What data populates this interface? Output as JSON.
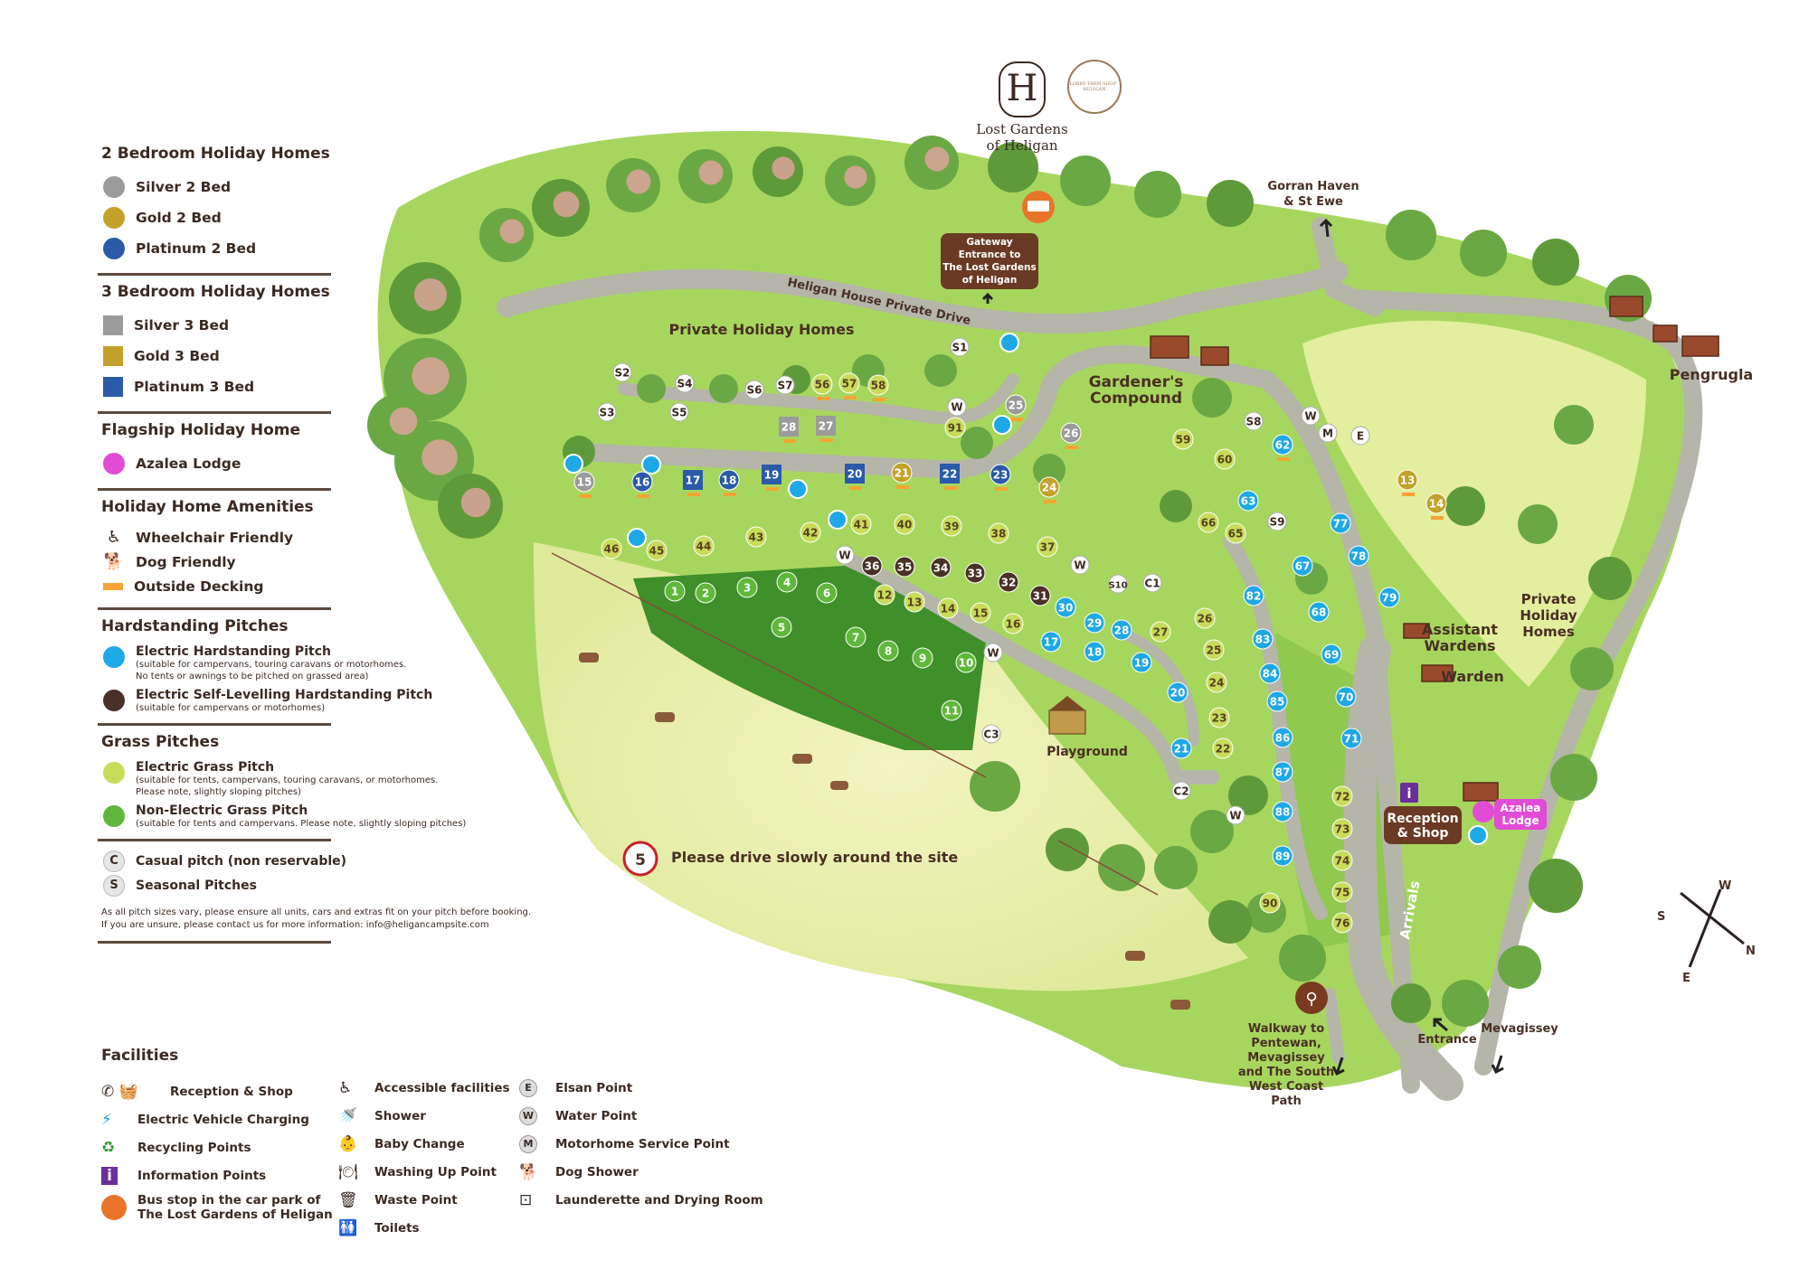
{
  "legend": {
    "two_bed": {
      "title": "2 Bedroom Holiday Homes",
      "items": [
        {
          "label": "Silver 2 Bed",
          "color": "#9b9b9b"
        },
        {
          "label": "Gold 2 Bed",
          "color": "#c4a12a"
        },
        {
          "label": "Platinum 2 Bed",
          "color": "#2a5aa8"
        }
      ]
    },
    "three_bed": {
      "title": "3 Bedroom Holiday Homes",
      "items": [
        {
          "label": "Silver 3 Bed",
          "color": "#9b9b9b"
        },
        {
          "label": "Gold 3 Bed",
          "color": "#c4a12a"
        },
        {
          "label": "Platinum 3 Bed",
          "color": "#2a5aa8"
        }
      ]
    },
    "flagship": {
      "title": "Flagship Holiday Home",
      "items": [
        {
          "label": "Azalea Lodge",
          "color": "#e24bd6"
        }
      ]
    },
    "amenities": {
      "title": "Holiday Home Amenities",
      "items": [
        {
          "label": "Wheelchair Friendly",
          "icon": "wheelchair-icon"
        },
        {
          "label": "Dog Friendly",
          "icon": "dog-icon"
        },
        {
          "label": "Outside Decking",
          "icon": "decking-icon",
          "color": "#f5a434"
        }
      ]
    },
    "hardstanding": {
      "title": "Hardstanding Pitches",
      "items": [
        {
          "label": "Electric Hardstanding Pitch",
          "note": "(suitable for campervans, touring caravans or motorhomes.\nNo tents or awnings to be pitched on grassed area)",
          "color": "#1fa8e6"
        },
        {
          "label": "Electric Self-Levelling Hardstanding Pitch",
          "note": "(suitable for campervans or motorhomes)",
          "color": "#4a3128"
        }
      ]
    },
    "grass": {
      "title": "Grass Pitches",
      "items": [
        {
          "label": "Electric Grass Pitch",
          "note": "(suitable for tents, campervans, touring caravans, or motorhomes.\nPlease note, slightly sloping pitches)",
          "color": "#c8dc5a"
        },
        {
          "label": "Non-Electric Grass Pitch",
          "note": "(suitable for tents and campervans. Please note, slightly sloping pitches)",
          "color": "#5fb83a"
        }
      ]
    },
    "codes": [
      {
        "code": "C",
        "label": "Casual pitch (non reservable)"
      },
      {
        "code": "S",
        "label": "Seasonal Pitches"
      }
    ],
    "disclaimer": [
      "As all pitch sizes vary, please ensure all units, cars and extras fit on your pitch before booking.",
      "If you are unsure, please contact us for more information: info@heligancampsite.com"
    ]
  },
  "facilities": {
    "title": "Facilities",
    "col1": [
      {
        "label": "Reception & Shop",
        "icon": "reception-shop-icon"
      },
      {
        "label": "Electric Vehicle Charging",
        "icon": "ev-charging-icon"
      },
      {
        "label": "Recycling Points",
        "icon": "recycling-icon"
      },
      {
        "label": "Information Points",
        "icon": "information-icon"
      },
      {
        "label": "Bus stop in the car park of",
        "label2": "The Lost Gardens of Heligan",
        "icon": "bus-stop-icon"
      }
    ],
    "col2": [
      {
        "label": "Accessible facilities",
        "icon": "wheelchair-icon"
      },
      {
        "label": "Shower",
        "icon": "shower-icon"
      },
      {
        "label": "Baby Change",
        "icon": "baby-change-icon"
      },
      {
        "label": "Washing Up Point",
        "icon": "washing-up-icon"
      },
      {
        "label": "Waste Point",
        "icon": "bin-icon"
      },
      {
        "label": "Toilets",
        "icon": "toilets-icon"
      }
    ],
    "col3": [
      {
        "label": "Elsan Point",
        "code": "E"
      },
      {
        "label": "Water Point",
        "code": "W"
      },
      {
        "label": "Motorhome Service Point",
        "code": "M"
      },
      {
        "label": "Dog Shower",
        "icon": "dog-shower-icon"
      },
      {
        "label": "Launderette and Drying Room",
        "icon": "launderette-icon"
      }
    ]
  },
  "brand": {
    "name_line1": "Lost Gardens",
    "name_line2": "of Heligan",
    "monogram": "H",
    "farm_shop_text": "LOBBS FARM SHOP · HELIGAN"
  },
  "map_labels": {
    "private_drive": "Heligan House Private Drive",
    "gateway": [
      "Gateway",
      "Entrance to",
      "The Lost Gardens",
      "of Heligan"
    ],
    "gorran": [
      "Gorran Haven",
      "& St Ewe"
    ],
    "pengrugla": "Pengrugla",
    "private_holiday_homes_top": "Private Holiday Homes",
    "gardeners_compound": [
      "Gardener's",
      "Compound"
    ],
    "assistant_wardens": [
      "Assistant",
      "Wardens"
    ],
    "warden": "Warden",
    "private_holiday_homes_right": [
      "Private",
      "Holiday",
      "Homes"
    ],
    "playground": "Playground",
    "reception_shop": [
      "Reception",
      "& Shop"
    ],
    "azalea_lodge": [
      "Azalea",
      "Lodge"
    ],
    "arrivals": "Arrivals",
    "entrance": "Entrance",
    "mevagissey": "Mevagissey",
    "walkway": [
      "Walkway to",
      "Pentewan,",
      "Mevagissey",
      "and The South",
      "West Coast",
      "Path"
    ],
    "speed_limit": "5",
    "speed_notice": "Please drive slowly around the site",
    "compass": {
      "n": "N",
      "s": "S",
      "e": "E",
      "w": "W"
    },
    "info_letter": "i"
  },
  "colors": {
    "grass": "#9fd25a",
    "grass_light": "#c7e67a",
    "field": "#e8f0a8",
    "dark_pitch": "#3f8f2a",
    "road": "#b5b5aa",
    "tree": "#5f9a3a",
    "tree_pink": "#e4a4a0",
    "hard_blue": "#1fa8e6",
    "self_level": "#4a3128",
    "elec_grass": "#c8dc5a",
    "nonelec": "#5fb83a",
    "reception": "#6b3a24",
    "azalea": "#e24bd6",
    "bus": "#e8742a",
    "info": "#6a2f9a"
  },
  "pitches": [
    {
      "n": "1",
      "t": "ng"
    },
    {
      "n": "2",
      "t": "ng"
    },
    {
      "n": "3",
      "t": "ng"
    },
    {
      "n": "4",
      "t": "ng"
    },
    {
      "n": "5",
      "t": "ng"
    },
    {
      "n": "6",
      "t": "ng"
    },
    {
      "n": "7",
      "t": "ng"
    },
    {
      "n": "8",
      "t": "ng"
    },
    {
      "n": "9",
      "t": "ng"
    },
    {
      "n": "10",
      "t": "ng"
    },
    {
      "n": "11",
      "t": "ng"
    },
    {
      "n": "12",
      "t": "eg"
    },
    {
      "n": "13",
      "t": "eg"
    },
    {
      "n": "14",
      "t": "eg"
    },
    {
      "n": "15",
      "t": "eg"
    },
    {
      "n": "16",
      "t": "eg"
    },
    {
      "n": "17",
      "t": "hs"
    },
    {
      "n": "18",
      "t": "hs"
    },
    {
      "n": "19",
      "t": "hs"
    },
    {
      "n": "20",
      "t": "hs"
    },
    {
      "n": "21",
      "t": "hs"
    },
    {
      "n": "22",
      "t": "eg"
    },
    {
      "n": "23",
      "t": "eg"
    },
    {
      "n": "24",
      "t": "eg"
    },
    {
      "n": "25",
      "t": "eg"
    },
    {
      "n": "26",
      "t": "eg"
    },
    {
      "n": "27",
      "t": "eg"
    },
    {
      "n": "28",
      "t": "hs"
    },
    {
      "n": "29",
      "t": "hs"
    },
    {
      "n": "30",
      "t": "hs"
    },
    {
      "n": "31",
      "t": "sl"
    },
    {
      "n": "32",
      "t": "sl"
    },
    {
      "n": "33",
      "t": "sl"
    },
    {
      "n": "34",
      "t": "sl"
    },
    {
      "n": "35",
      "t": "sl"
    },
    {
      "n": "36",
      "t": "sl"
    },
    {
      "n": "37",
      "t": "eg"
    },
    {
      "n": "38",
      "t": "eg"
    },
    {
      "n": "39",
      "t": "eg"
    },
    {
      "n": "40",
      "t": "eg"
    },
    {
      "n": "41",
      "t": "eg"
    },
    {
      "n": "42",
      "t": "eg"
    },
    {
      "n": "43",
      "t": "eg"
    },
    {
      "n": "44",
      "t": "eg"
    },
    {
      "n": "45",
      "t": "eg"
    },
    {
      "n": "46",
      "t": "eg"
    },
    {
      "n": "59",
      "t": "eg"
    },
    {
      "n": "60",
      "t": "eg"
    },
    {
      "n": "63",
      "t": "hs"
    },
    {
      "n": "65",
      "t": "eg"
    },
    {
      "n": "66",
      "t": "eg"
    },
    {
      "n": "67",
      "t": "hs"
    },
    {
      "n": "68",
      "t": "hs"
    },
    {
      "n": "69",
      "t": "hs"
    },
    {
      "n": "70",
      "t": "hs"
    },
    {
      "n": "71",
      "t": "hs"
    },
    {
      "n": "72",
      "t": "eg"
    },
    {
      "n": "73",
      "t": "eg"
    },
    {
      "n": "74",
      "t": "eg"
    },
    {
      "n": "75",
      "t": "eg"
    },
    {
      "n": "76",
      "t": "eg"
    },
    {
      "n": "77",
      "t": "hs"
    },
    {
      "n": "78",
      "t": "hs"
    },
    {
      "n": "79",
      "t": "hs"
    },
    {
      "n": "82",
      "t": "hs"
    },
    {
      "n": "83",
      "t": "hs"
    },
    {
      "n": "84",
      "t": "hs"
    },
    {
      "n": "85",
      "t": "hs"
    },
    {
      "n": "86",
      "t": "hs"
    },
    {
      "n": "87",
      "t": "hs"
    },
    {
      "n": "88",
      "t": "hs"
    },
    {
      "n": "89",
      "t": "hs"
    },
    {
      "n": "90",
      "t": "eg"
    },
    {
      "n": "91",
      "t": "eg"
    }
  ],
  "homes": [
    {
      "n": "13",
      "t": "gold"
    },
    {
      "n": "14",
      "t": "gold"
    },
    {
      "n": "15",
      "t": "silver"
    },
    {
      "n": "16",
      "t": "plat"
    },
    {
      "n": "17",
      "t": "plat3"
    },
    {
      "n": "18",
      "t": "plat"
    },
    {
      "n": "19",
      "t": "plat3"
    },
    {
      "n": "20",
      "t": "plat3"
    },
    {
      "n": "21",
      "t": "gold"
    },
    {
      "n": "22",
      "t": "plat3"
    },
    {
      "n": "23",
      "t": "plat"
    },
    {
      "n": "24",
      "t": "gold"
    },
    {
      "n": "25",
      "t": "silver"
    },
    {
      "n": "26",
      "t": "silver"
    },
    {
      "n": "27",
      "t": "silver3"
    },
    {
      "n": "28",
      "t": "silver3"
    },
    {
      "n": "56",
      "t": "eg"
    },
    {
      "n": "57",
      "t": "eg"
    },
    {
      "n": "58",
      "t": "eg"
    },
    {
      "n": "62",
      "t": "hs"
    }
  ],
  "codes_on_map": [
    "S1",
    "S2",
    "S3",
    "S4",
    "S5",
    "S6",
    "S7",
    "S8",
    "S9",
    "S10",
    "C1",
    "C2",
    "C3",
    "W",
    "M",
    "E"
  ]
}
